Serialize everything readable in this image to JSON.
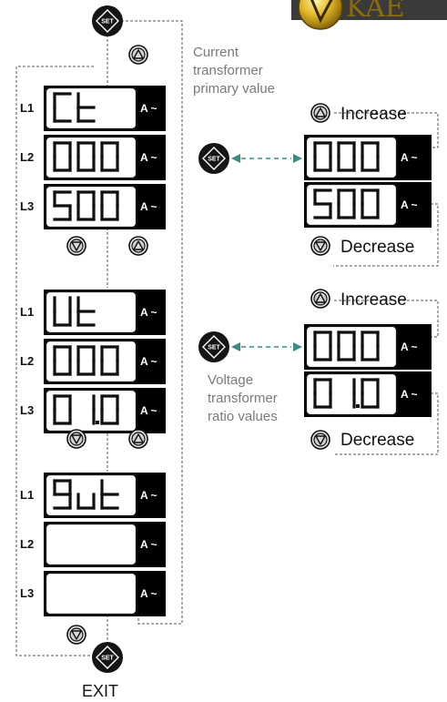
{
  "brand": {
    "text": "KAE"
  },
  "line_labels": [
    "L1",
    "L2",
    "L3"
  ],
  "unit_label": "A ~",
  "set_label": "SET",
  "exit_label": "EXIT",
  "notes": {
    "ct": [
      "Current",
      "transformer",
      "primary value"
    ],
    "vt": [
      "Voltage",
      "transformer",
      "ratio values"
    ]
  },
  "actions": {
    "increase": "Increase",
    "decrease": "Decrease"
  },
  "screens": [
    {
      "name": "ct-screen",
      "L1": "Ct",
      "L2": "000",
      "L3": "500"
    },
    {
      "name": "vt-screen",
      "L1": "Ut",
      "L2": "000",
      "L3": "01.0"
    },
    {
      "name": "quit-screen",
      "L1": "9ut",
      "L2": "",
      "L3": ""
    }
  ],
  "edit_panels": [
    {
      "name": "ct-edit",
      "upper": "000",
      "lower": "500"
    },
    {
      "name": "vt-edit",
      "upper": "000",
      "lower": "01.0"
    }
  ]
}
